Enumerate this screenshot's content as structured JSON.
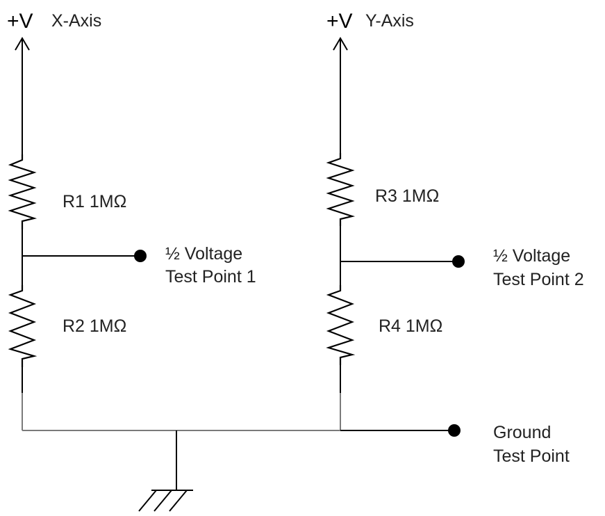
{
  "x_axis": {
    "supply": "+V",
    "name": "X-Axis",
    "r_top": "R1 1MΩ",
    "r_bottom": "R2 1MΩ",
    "test_point": [
      "½ Voltage",
      "Test Point 1"
    ]
  },
  "y_axis": {
    "supply": "+V",
    "name": "Y-Axis",
    "r_top": "R3 1MΩ",
    "r_bottom": "R4 1MΩ",
    "test_point": [
      "½ Voltage",
      "Test Point 2"
    ]
  },
  "ground": {
    "test_point": [
      "Ground",
      "Test Point"
    ]
  }
}
